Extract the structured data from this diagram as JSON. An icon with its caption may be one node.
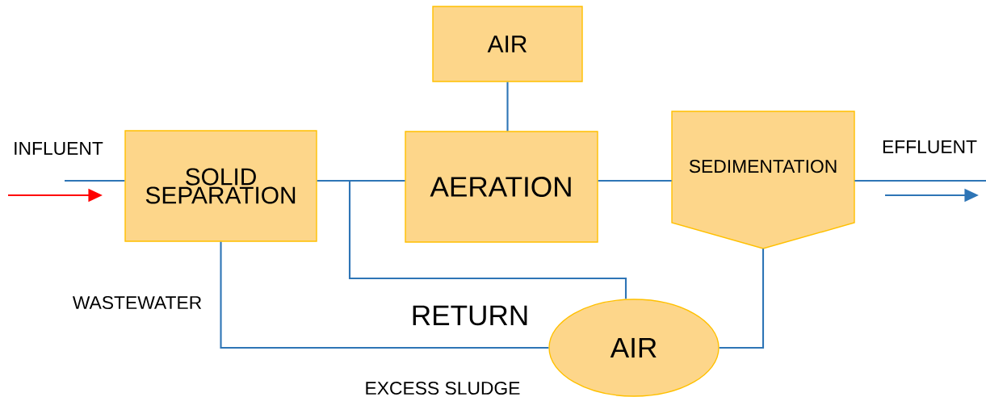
{
  "diagram": {
    "nodes": [
      {
        "text": [
          "SOLID SEPARATION"
        ]
      },
      {
        "text": [
          "AIR"
        ]
      },
      {
        "text": [
          "AERATION"
        ]
      },
      {
        "text": [
          "SEDIMENTATION"
        ]
      },
      {
        "text": [
          "AIR"
        ]
      }
    ],
    "edges": [
      {
        "from": null,
        "to": 0,
        "arrow": "none"
      },
      {
        "from": 0,
        "to": 2,
        "arrow": "none"
      },
      {
        "from": 1,
        "to": 2,
        "arrow": "none"
      },
      {
        "from": 2,
        "to": 3,
        "arrow": "none"
      },
      {
        "from": 3,
        "to": null,
        "arrow": "none"
      },
      {
        "from": 4,
        "to": 2,
        "arrow": "none"
      },
      {
        "from": 3,
        "to": 4,
        "arrow": "none"
      },
      {
        "from": 0,
        "to": 4,
        "arrow": "none"
      }
    ],
    "labels": [
      "INFLUENT",
      "EFFLUENT",
      "WASTEWATER",
      "RETURN",
      "EXCESS SLUDGE"
    ]
  }
}
